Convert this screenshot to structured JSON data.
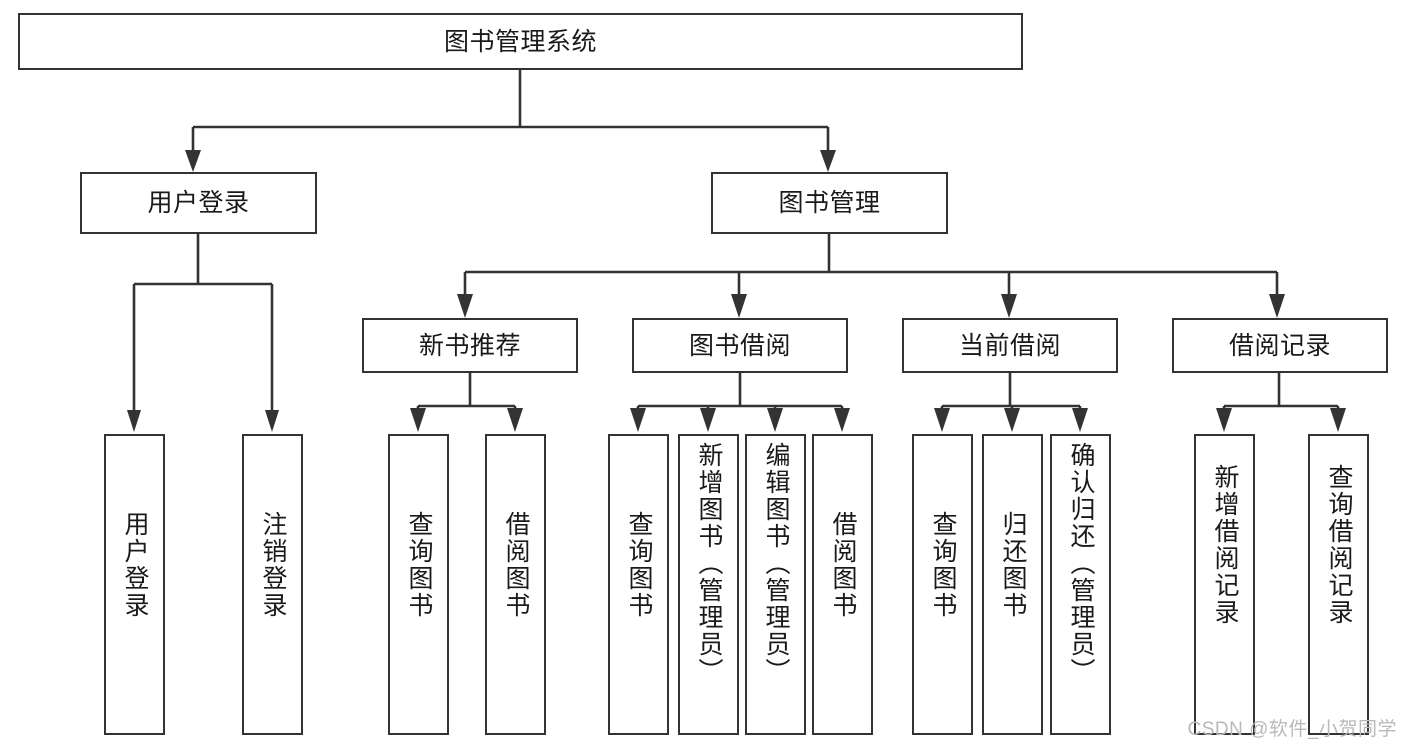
{
  "diagram": {
    "type": "tree-hierarchy",
    "title": "图书管理系统",
    "orientation": "top-down",
    "levels": 4,
    "colors": {
      "box_border": "#333333",
      "box_fill": "#ffffff",
      "connector": "#333333",
      "text": "#1a1a1a",
      "watermark": "#b9b9b9",
      "background": "#ffffff"
    }
  },
  "root": {
    "id": "root",
    "label": "图书管理系统"
  },
  "level2": [
    {
      "id": "user-login",
      "label": "用户登录"
    },
    {
      "id": "book-manage",
      "label": "图书管理"
    }
  ],
  "level3": [
    {
      "id": "new-book-recommend",
      "label": "新书推荐",
      "parent": "book-manage"
    },
    {
      "id": "book-borrow",
      "label": "图书借阅",
      "parent": "book-manage"
    },
    {
      "id": "current-borrow",
      "label": "当前借阅",
      "parent": "book-manage"
    },
    {
      "id": "borrow-record",
      "label": "借阅记录",
      "parent": "book-manage"
    }
  ],
  "leaves": {
    "user_login": [
      {
        "id": "leaf-user-login",
        "label": "用户登录"
      },
      {
        "id": "leaf-logout",
        "label": "注销登录"
      }
    ],
    "new_book_recommend": [
      {
        "id": "leaf-query-book-1",
        "label": "查询图书"
      },
      {
        "id": "leaf-borrow-book-1",
        "label": "借阅图书"
      }
    ],
    "book_borrow": [
      {
        "id": "leaf-query-book-2",
        "label": "查询图书"
      },
      {
        "id": "leaf-add-book",
        "label": "新增图书（管理员）"
      },
      {
        "id": "leaf-edit-book",
        "label": "编辑图书（管理员）"
      },
      {
        "id": "leaf-borrow-book-2",
        "label": "借阅图书"
      }
    ],
    "current_borrow": [
      {
        "id": "leaf-query-book-3",
        "label": "查询图书"
      },
      {
        "id": "leaf-return-book",
        "label": "归还图书"
      },
      {
        "id": "leaf-confirm-return",
        "label": "确认归还（管理员）"
      }
    ],
    "borrow_record": [
      {
        "id": "leaf-add-record",
        "label": "新增借阅记录"
      },
      {
        "id": "leaf-query-record",
        "label": "查询借阅记录"
      }
    ]
  },
  "watermark": {
    "text": "CSDN @软件_小贺同学"
  }
}
